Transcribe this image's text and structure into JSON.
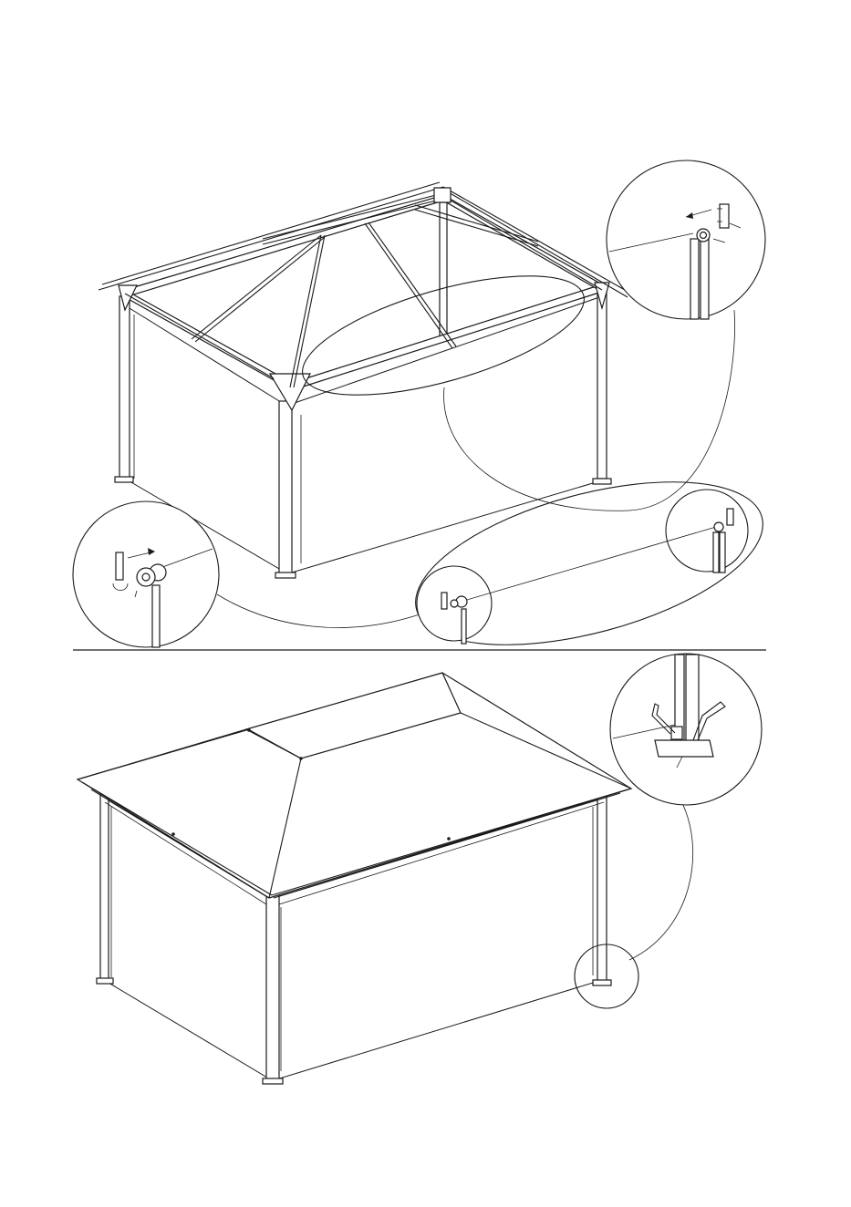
{
  "steps": [
    {
      "id": "hang-curtains",
      "details": [
        "curtain-hook-corner",
        "curtain-ring-slide",
        "curtain-hook-end"
      ]
    },
    {
      "id": "stake-footplates",
      "details": [
        "ground-stake-footplate"
      ]
    }
  ],
  "colors": {
    "line": "#1a1a1a",
    "paper": "#ffffff"
  }
}
